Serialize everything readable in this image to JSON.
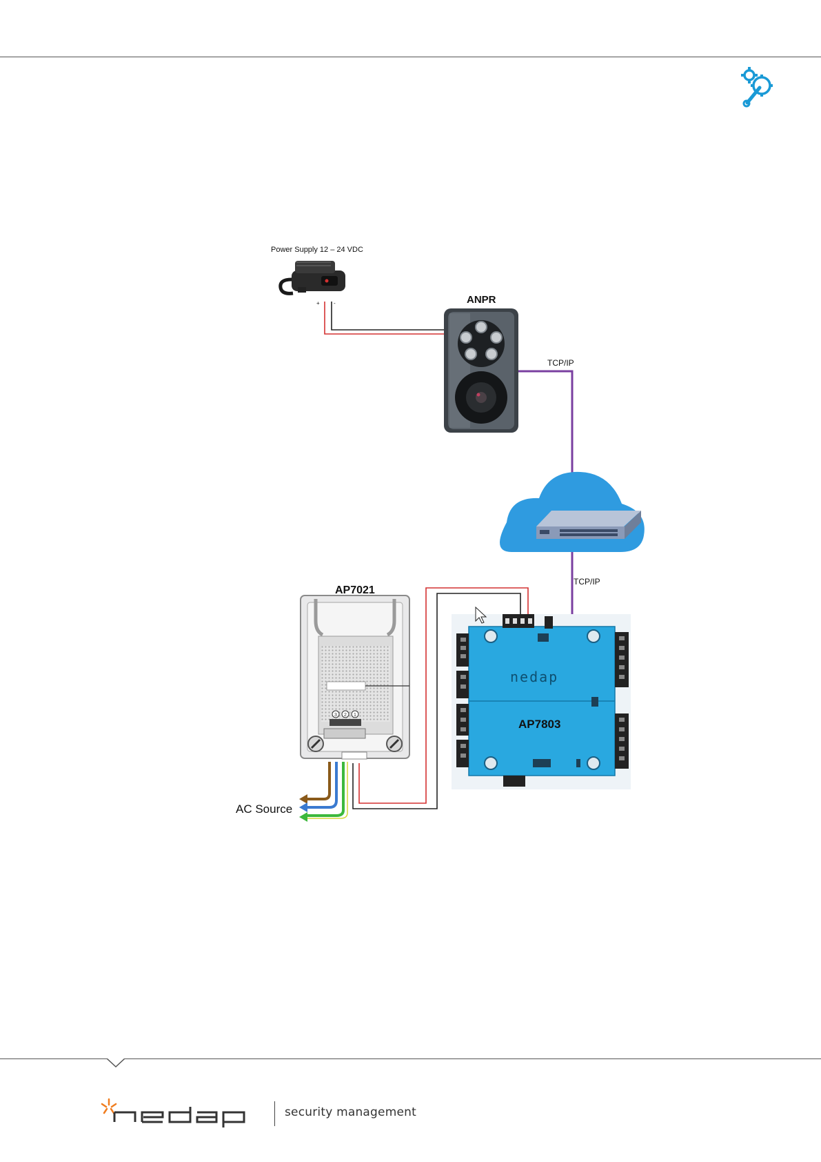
{
  "diagram": {
    "power_supply_label": "Power Supply 12 – 24 VDC",
    "power_supply_plus": "+",
    "power_supply_minus": "-",
    "anpr_label": "ANPR",
    "tcpip_top_label": "TCP/IP",
    "tcpip_bottom_label": "TCP/IP",
    "ap7021_label": "AP7021",
    "ap7803_label": "AP7803",
    "ac_source_label": "AC Source",
    "board_brand": "nedap"
  },
  "footer": {
    "brand": "nedap",
    "tagline": "security management"
  },
  "colors": {
    "network_line": "#7a3fa0",
    "power_positive": "#d33030",
    "power_negative": "#222222",
    "cloud": "#2f9be0",
    "board": "#29a8e0",
    "brand_accent": "#f07d1f",
    "icon": "#1a9ad6"
  },
  "icons": {
    "header": "gear-wrench-icon",
    "footer_star": "nedap-star-icon"
  }
}
